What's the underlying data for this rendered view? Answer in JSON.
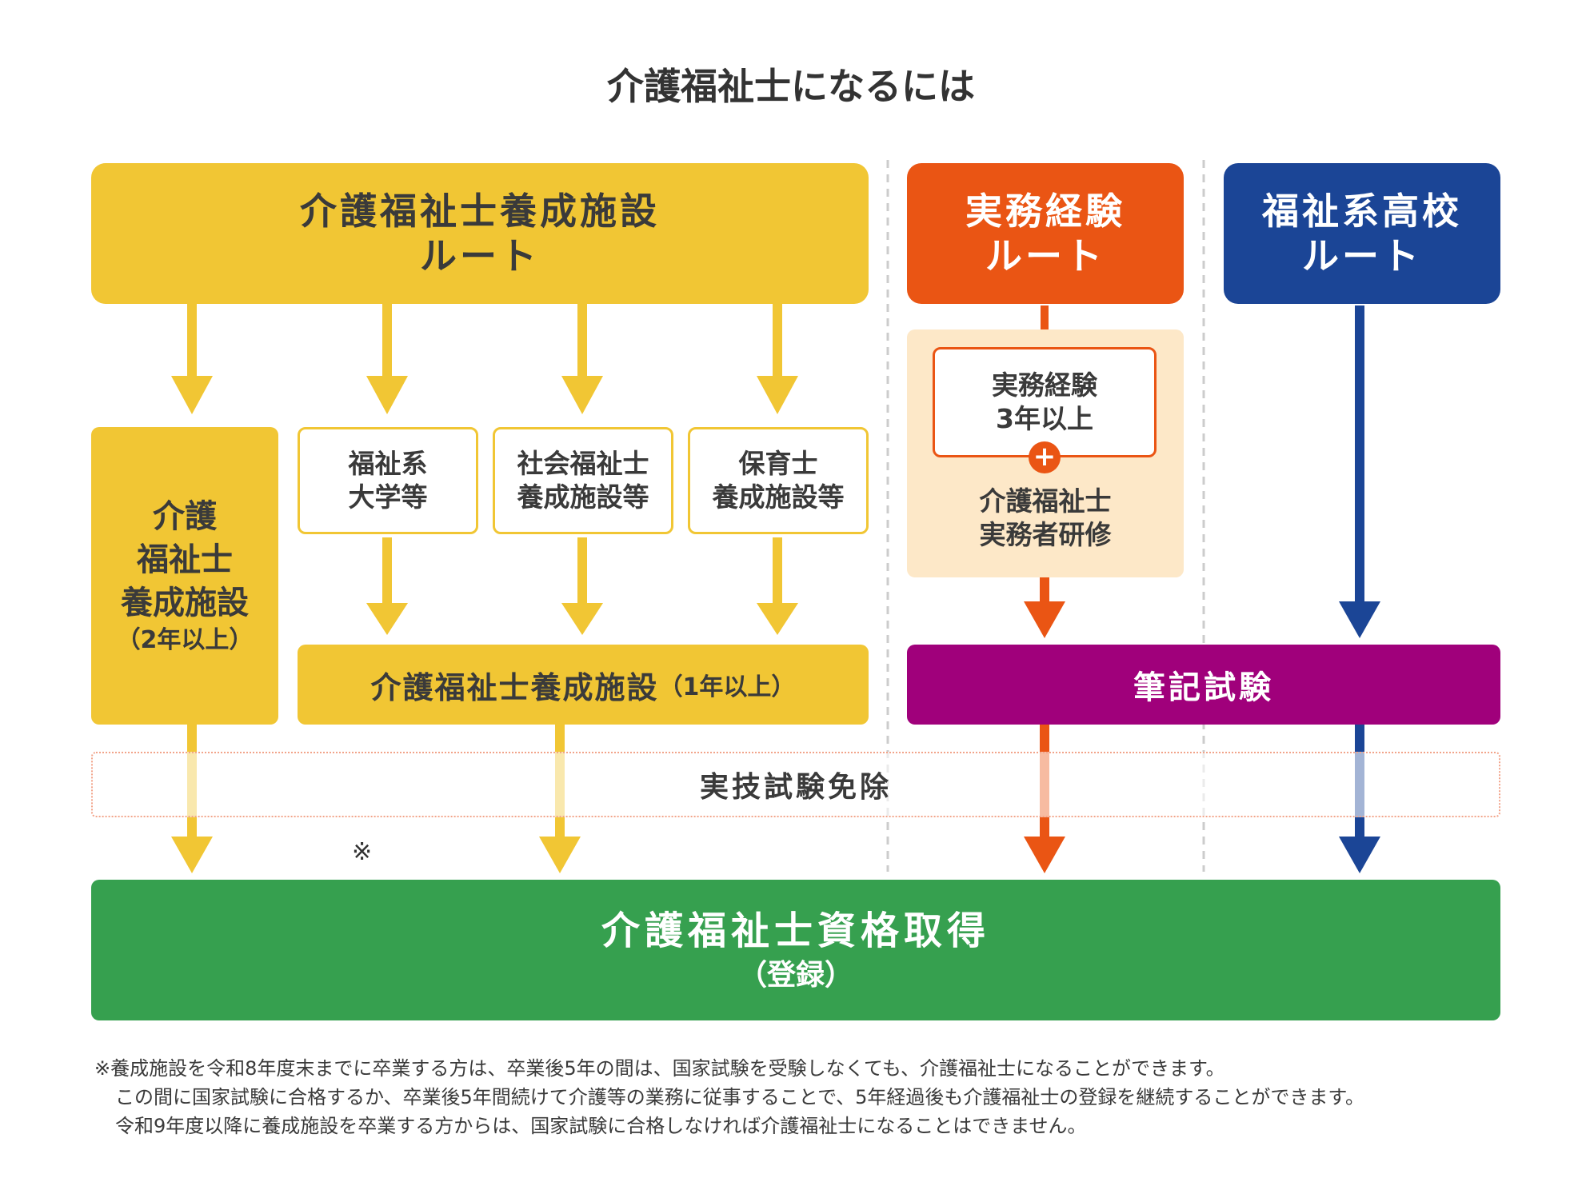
{
  "title": "介護福祉士になるには",
  "routes": {
    "facility": {
      "line1": "介護福祉士養成施設",
      "line2": "ルート"
    },
    "experience": {
      "line1": "実務経験",
      "line2": "ルート"
    },
    "highschool": {
      "line1": "福祉系高校",
      "line2": "ルート"
    }
  },
  "facility_route": {
    "left_box": {
      "line1": "介護",
      "line2": "福祉士",
      "line3": "養成施設",
      "line4": "（2年以上）"
    },
    "sub_boxes": [
      {
        "line1": "福祉系",
        "line2": "大学等"
      },
      {
        "line1": "社会福祉士",
        "line2": "養成施設等"
      },
      {
        "line1": "保育士",
        "line2": "養成施設等"
      }
    ],
    "one_year_box": {
      "main": "介護福祉士養成施設",
      "suffix": "（1年以上）"
    }
  },
  "experience_route": {
    "box": {
      "line1": "実務経験",
      "line2": "3年以上"
    },
    "plus": "+",
    "training": {
      "line1": "介護福祉士",
      "line2": "実務者研修"
    }
  },
  "written_exam": "筆記試験",
  "practical_exempt": "実技試験免除",
  "asterisk_mark": "※",
  "result": {
    "main": "介護福祉士資格取得",
    "sub": "（登録）"
  },
  "notes": [
    "※養成施設を令和8年度末までに卒業する方は、卒業後5年の間は、国家試験を受験しなくても、介護福祉士になることができます。",
    "この間に国家試験に合格するか、卒業後5年間続けて介護等の業務に従事することで、5年経過後も介護福祉士の登録を継続することができます。",
    "令和9年度以降に養成施設を卒業する方からは、国家試験に合格しなければ介護福祉士になることはできません。"
  ],
  "colors": {
    "yellow": "#f1c634",
    "orange": "#ea5514",
    "navy": "#1b4596",
    "purple": "#a0007b",
    "green": "#36a04f",
    "peach": "#fde8c8"
  }
}
